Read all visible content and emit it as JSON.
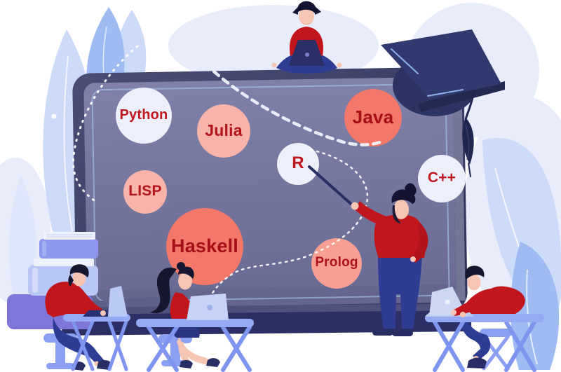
{
  "illustration": {
    "title": "Students learning programming languages on a giant laptop screen",
    "bubbles": [
      {
        "label": "Python",
        "style": "light"
      },
      {
        "label": "Julia",
        "style": "salmon-light"
      },
      {
        "label": "Java",
        "style": "salmon"
      },
      {
        "label": "LISP",
        "style": "salmon-light"
      },
      {
        "label": "R",
        "style": "light"
      },
      {
        "label": "C++",
        "style": "light"
      },
      {
        "label": "Haskell",
        "style": "salmon"
      },
      {
        "label": "Prolog",
        "style": "salmon-mid"
      }
    ],
    "colors": {
      "bubble_light": "#edf0fa",
      "bubble_salmon_light": "#f8b3ab",
      "bubble_salmon": "#f3786a",
      "bubble_salmon_mid": "#f99e93",
      "label_red_on_light": "#c0161f",
      "label_red_on_salmon": "#a60f16",
      "clothing_red": "#c2161d",
      "navy_dark": "#272e63",
      "pants_blue": "#2e3c94",
      "screen_gray_purple": "#73759b",
      "frame_navy": "#343860",
      "furniture_periwinkle": "#8ba0f2",
      "leaf_light": "#ccdbf8",
      "leaf_medium": "#9fbbf2",
      "pale_blob": "#e9edfb",
      "skin": "#f7c5b4"
    }
  }
}
